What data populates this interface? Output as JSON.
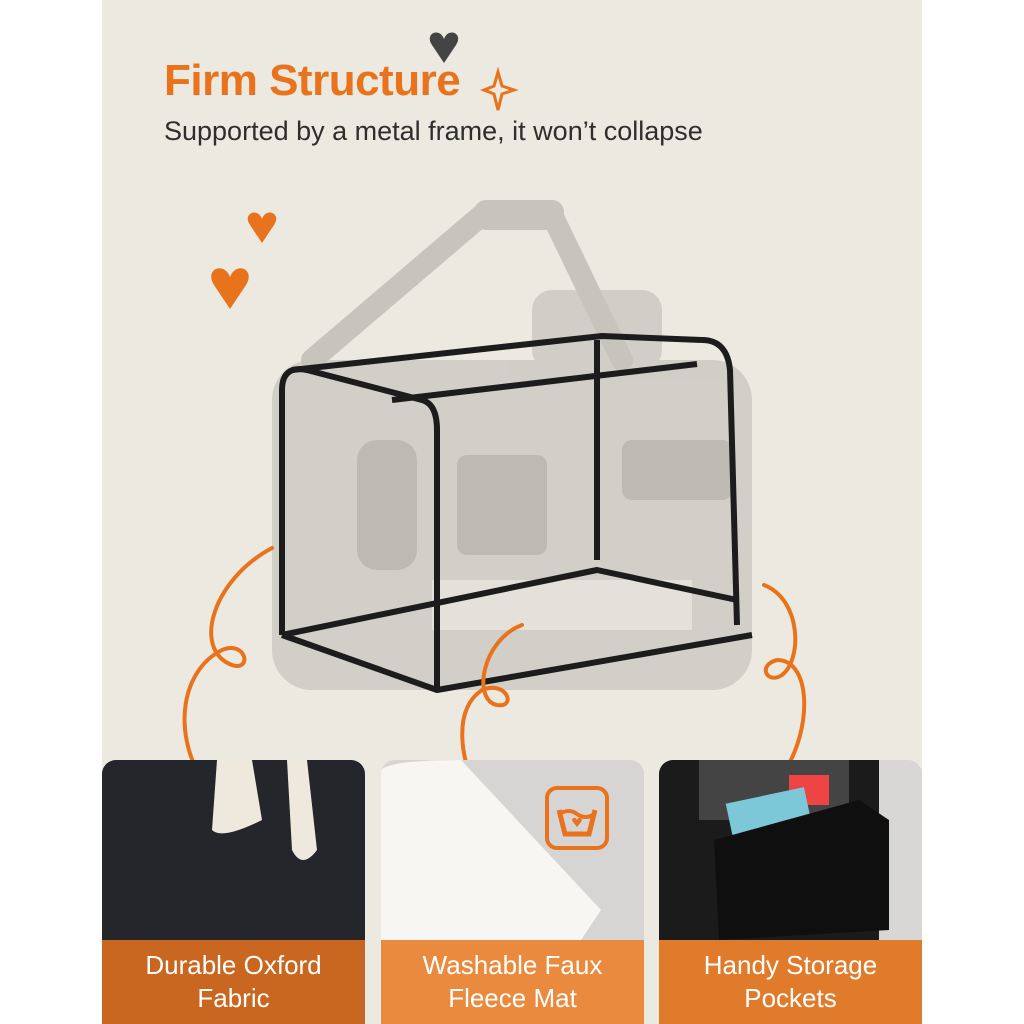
{
  "header": {
    "title": "Firm Structure",
    "subtitle": "Supported by a metal frame, it won’t collapse"
  },
  "features": [
    {
      "label_line1": "Durable Oxford",
      "label_line2": "Fabric",
      "icon": "fabric-texture"
    },
    {
      "label_line1": "Washable Faux",
      "label_line2": "Fleece Mat",
      "icon": "wash-basin-icon"
    },
    {
      "label_line1": "Handy Storage",
      "label_line2": "Pockets",
      "icon": "pocket"
    }
  ],
  "colors": {
    "accent": "#e8731c",
    "background": "#ece9e0",
    "text": "#2e2e2e"
  }
}
